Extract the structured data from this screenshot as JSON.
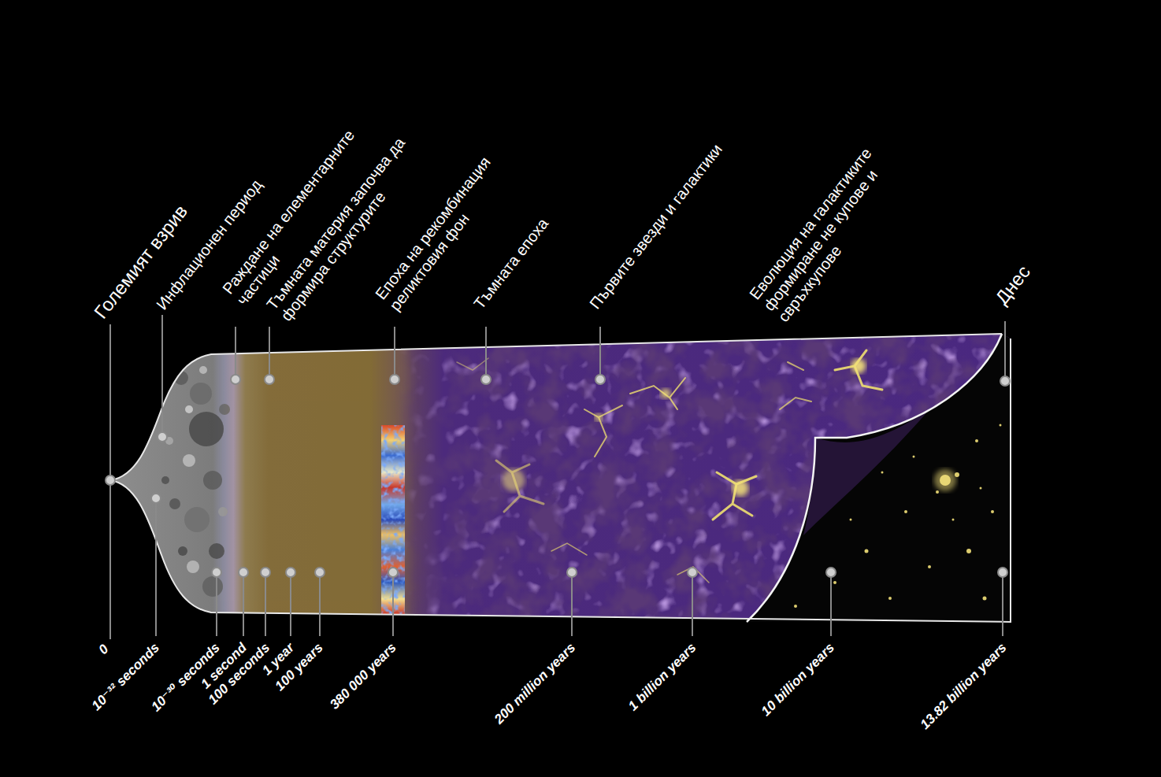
{
  "diagram": {
    "labels": [
      "Големият взрив",
      "Инфлационен период",
      "Раждане на елементарните частици",
      "Тъмната материя започва да формира структурите",
      "Епоха на рекомбинация реликтовия фон",
      "Тъмната епоха",
      "Първите звезди и галактики",
      "Еволюция на галактиките формиране не купове и свръхкупове",
      "Днес",
      "0",
      "10⁻³² seconds",
      "10⁻³⁰ seconds",
      "1 second",
      "100 seconds",
      "1 year",
      "100 years",
      "380 000 years",
      "200 million years",
      "1 billion years",
      "10 billion years",
      "13.82 billion years"
    ]
  }
}
